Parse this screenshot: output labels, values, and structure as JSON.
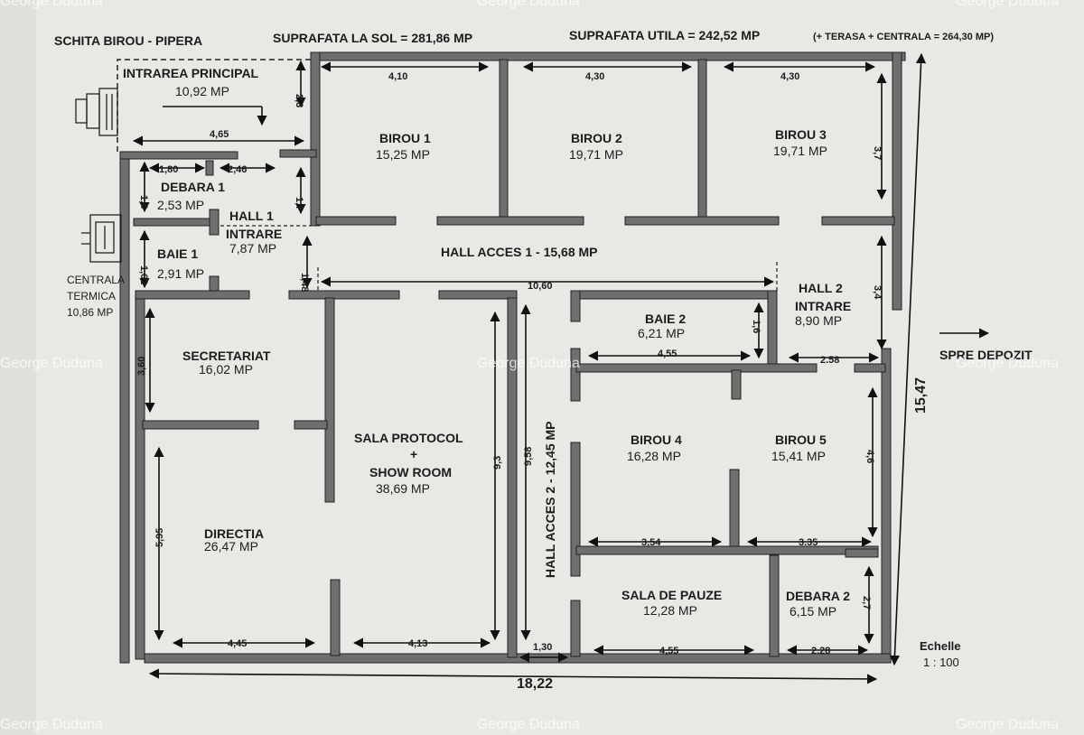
{
  "header": {
    "title": "SCHITA BIROU - PIPERA",
    "ground_area": "SUPRAFATA LA SOL = 281,86 MP",
    "usable_area": "SUPRAFATA UTILA = 242,52 MP",
    "usable_note": "(+ TERASA + CENTRALA = 264,30 MP)"
  },
  "rooms": {
    "entrance": {
      "name": "INTRAREA PRINCIPAL",
      "area": "10,92 MP"
    },
    "birou1": {
      "name": "BIROU 1",
      "area": "15,25 MP"
    },
    "birou2": {
      "name": "BIROU 2",
      "area": "19,71 MP"
    },
    "birou3": {
      "name": "BIROU 3",
      "area": "19,71 MP"
    },
    "debara1": {
      "name": "DEBARA 1",
      "area": "2,53 MP"
    },
    "hall1": {
      "name_1": "HALL 1",
      "name_2": "INTRARE",
      "area": "7,87 MP"
    },
    "baie1": {
      "name": "BAIE 1",
      "area": "2,91 MP"
    },
    "centrala": {
      "name_1": "CENTRALA",
      "name_2": "TERMICA",
      "area": "10,86 MP"
    },
    "hall_acces1": {
      "label": "HALL ACCES 1 - 15,68 MP"
    },
    "hall2": {
      "name_1": "HALL 2",
      "name_2": "INTRARE",
      "area": "8,90 MP"
    },
    "baie2": {
      "name": "BAIE 2",
      "area": "6,21 MP"
    },
    "secretariat": {
      "name": "SECRETARIAT",
      "area": "16,02 MP"
    },
    "sala_protocol": {
      "name_1": "SALA PROTOCOL",
      "plus": "+",
      "name_2": "SHOW ROOM",
      "area": "38,69 MP"
    },
    "birou4": {
      "name": "BIROU 4",
      "area": "16,28 MP"
    },
    "birou5": {
      "name": "BIROU 5",
      "area": "15,41 MP"
    },
    "directia": {
      "name": "DIRECTIA",
      "area": "26,47 MP"
    },
    "hall_acces2": {
      "label": "HALL ACCES 2 - 12,45 MP"
    },
    "sala_pauze": {
      "name": "SALA DE PAUZE",
      "area": "12,28 MP"
    },
    "debara2": {
      "name": "DEBARA 2",
      "area": "6,15 MP"
    }
  },
  "dimensions": {
    "b1_w": "4,10",
    "b2_w": "4,30",
    "b3_w": "4,30",
    "b3_h": "3,7",
    "entr_h": "2,3",
    "entr_w": "4,65",
    "deb1_w": "1,80",
    "hall1_w": "2,46",
    "deb1_h": "1,4",
    "hall1_h": "1,7",
    "baie1_h": "1,62",
    "hall1_h2": "1,48",
    "hall_acces1_w": "10,60",
    "hall2_h": "3,4",
    "baie2_h": "1,6",
    "baie2_w": "4,55",
    "hall2_w": "2.58",
    "secr_h": "3,60",
    "prot_h": "9,3",
    "hall_acces2_h": "9,58",
    "b5_h": "4,6",
    "b4_w": "3,54",
    "b5_w": "3.35",
    "deb2_h": "2,7",
    "dir_h": "5,95",
    "dir_w": "4,45",
    "prot_w": "4,13",
    "hall_acces2_w": "1,30",
    "pauze_w": "4,55",
    "deb2_w": "2.28",
    "total_w": "18,22",
    "total_h": "15,47"
  },
  "legend": {
    "direction": "SPRE DEPOZIT",
    "scale_label": "Echelle",
    "scale_value": "1 : 100"
  },
  "watermark": "George Duduna"
}
